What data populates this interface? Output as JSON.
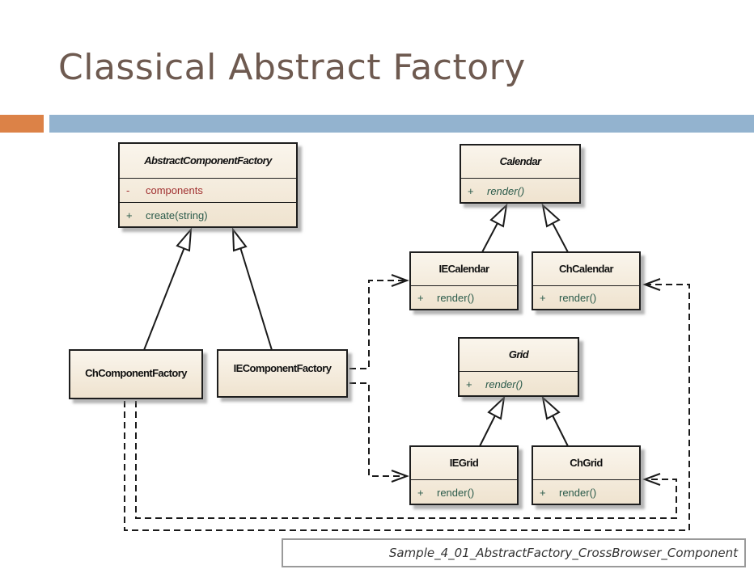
{
  "slide": {
    "title": "Classical Abstract Factory",
    "accent_colors": {
      "title_text": "#6e5a50",
      "left_bar": "#dc8247",
      "right_bar": "#93b3cf"
    },
    "caption": "Sample_4_01_AbstractFactory_CrossBrowser_Component"
  },
  "classes": {
    "abstract_factory": {
      "name": "AbstractComponentFactory",
      "abstract": true,
      "attributes": [
        {
          "visibility": "-",
          "name": "components"
        }
      ],
      "operations": [
        {
          "visibility": "+",
          "name": "create(string)"
        }
      ]
    },
    "ch_factory": {
      "name": "ChComponentFactory"
    },
    "ie_factory": {
      "name": "IEComponentFactory"
    },
    "calendar": {
      "name": "Calendar",
      "abstract": true,
      "operations": [
        {
          "visibility": "+",
          "name": "render()"
        }
      ]
    },
    "ie_calendar": {
      "name": "IECalendar",
      "operations": [
        {
          "visibility": "+",
          "name": "render()"
        }
      ]
    },
    "ch_calendar": {
      "name": "ChCalendar",
      "operations": [
        {
          "visibility": "+",
          "name": "render()"
        }
      ]
    },
    "grid": {
      "name": "Grid",
      "abstract": true,
      "operations": [
        {
          "visibility": "+",
          "name": "render()"
        }
      ]
    },
    "ie_grid": {
      "name": "IEGrid",
      "operations": [
        {
          "visibility": "+",
          "name": "render()"
        }
      ]
    },
    "ch_grid": {
      "name": "ChGrid",
      "operations": [
        {
          "visibility": "+",
          "name": "render()"
        }
      ]
    }
  },
  "relationships": [
    {
      "type": "generalization",
      "from": "ChComponentFactory",
      "to": "AbstractComponentFactory"
    },
    {
      "type": "generalization",
      "from": "IEComponentFactory",
      "to": "AbstractComponentFactory"
    },
    {
      "type": "generalization",
      "from": "IECalendar",
      "to": "Calendar"
    },
    {
      "type": "generalization",
      "from": "ChCalendar",
      "to": "Calendar"
    },
    {
      "type": "generalization",
      "from": "IEGrid",
      "to": "Grid"
    },
    {
      "type": "generalization",
      "from": "ChGrid",
      "to": "Grid"
    },
    {
      "type": "dependency",
      "from": "IEComponentFactory",
      "to": "IECalendar"
    },
    {
      "type": "dependency",
      "from": "IEComponentFactory",
      "to": "IEGrid"
    },
    {
      "type": "dependency",
      "from": "ChComponentFactory",
      "to": "ChCalendar"
    },
    {
      "type": "dependency",
      "from": "ChComponentFactory",
      "to": "ChGrid"
    }
  ]
}
